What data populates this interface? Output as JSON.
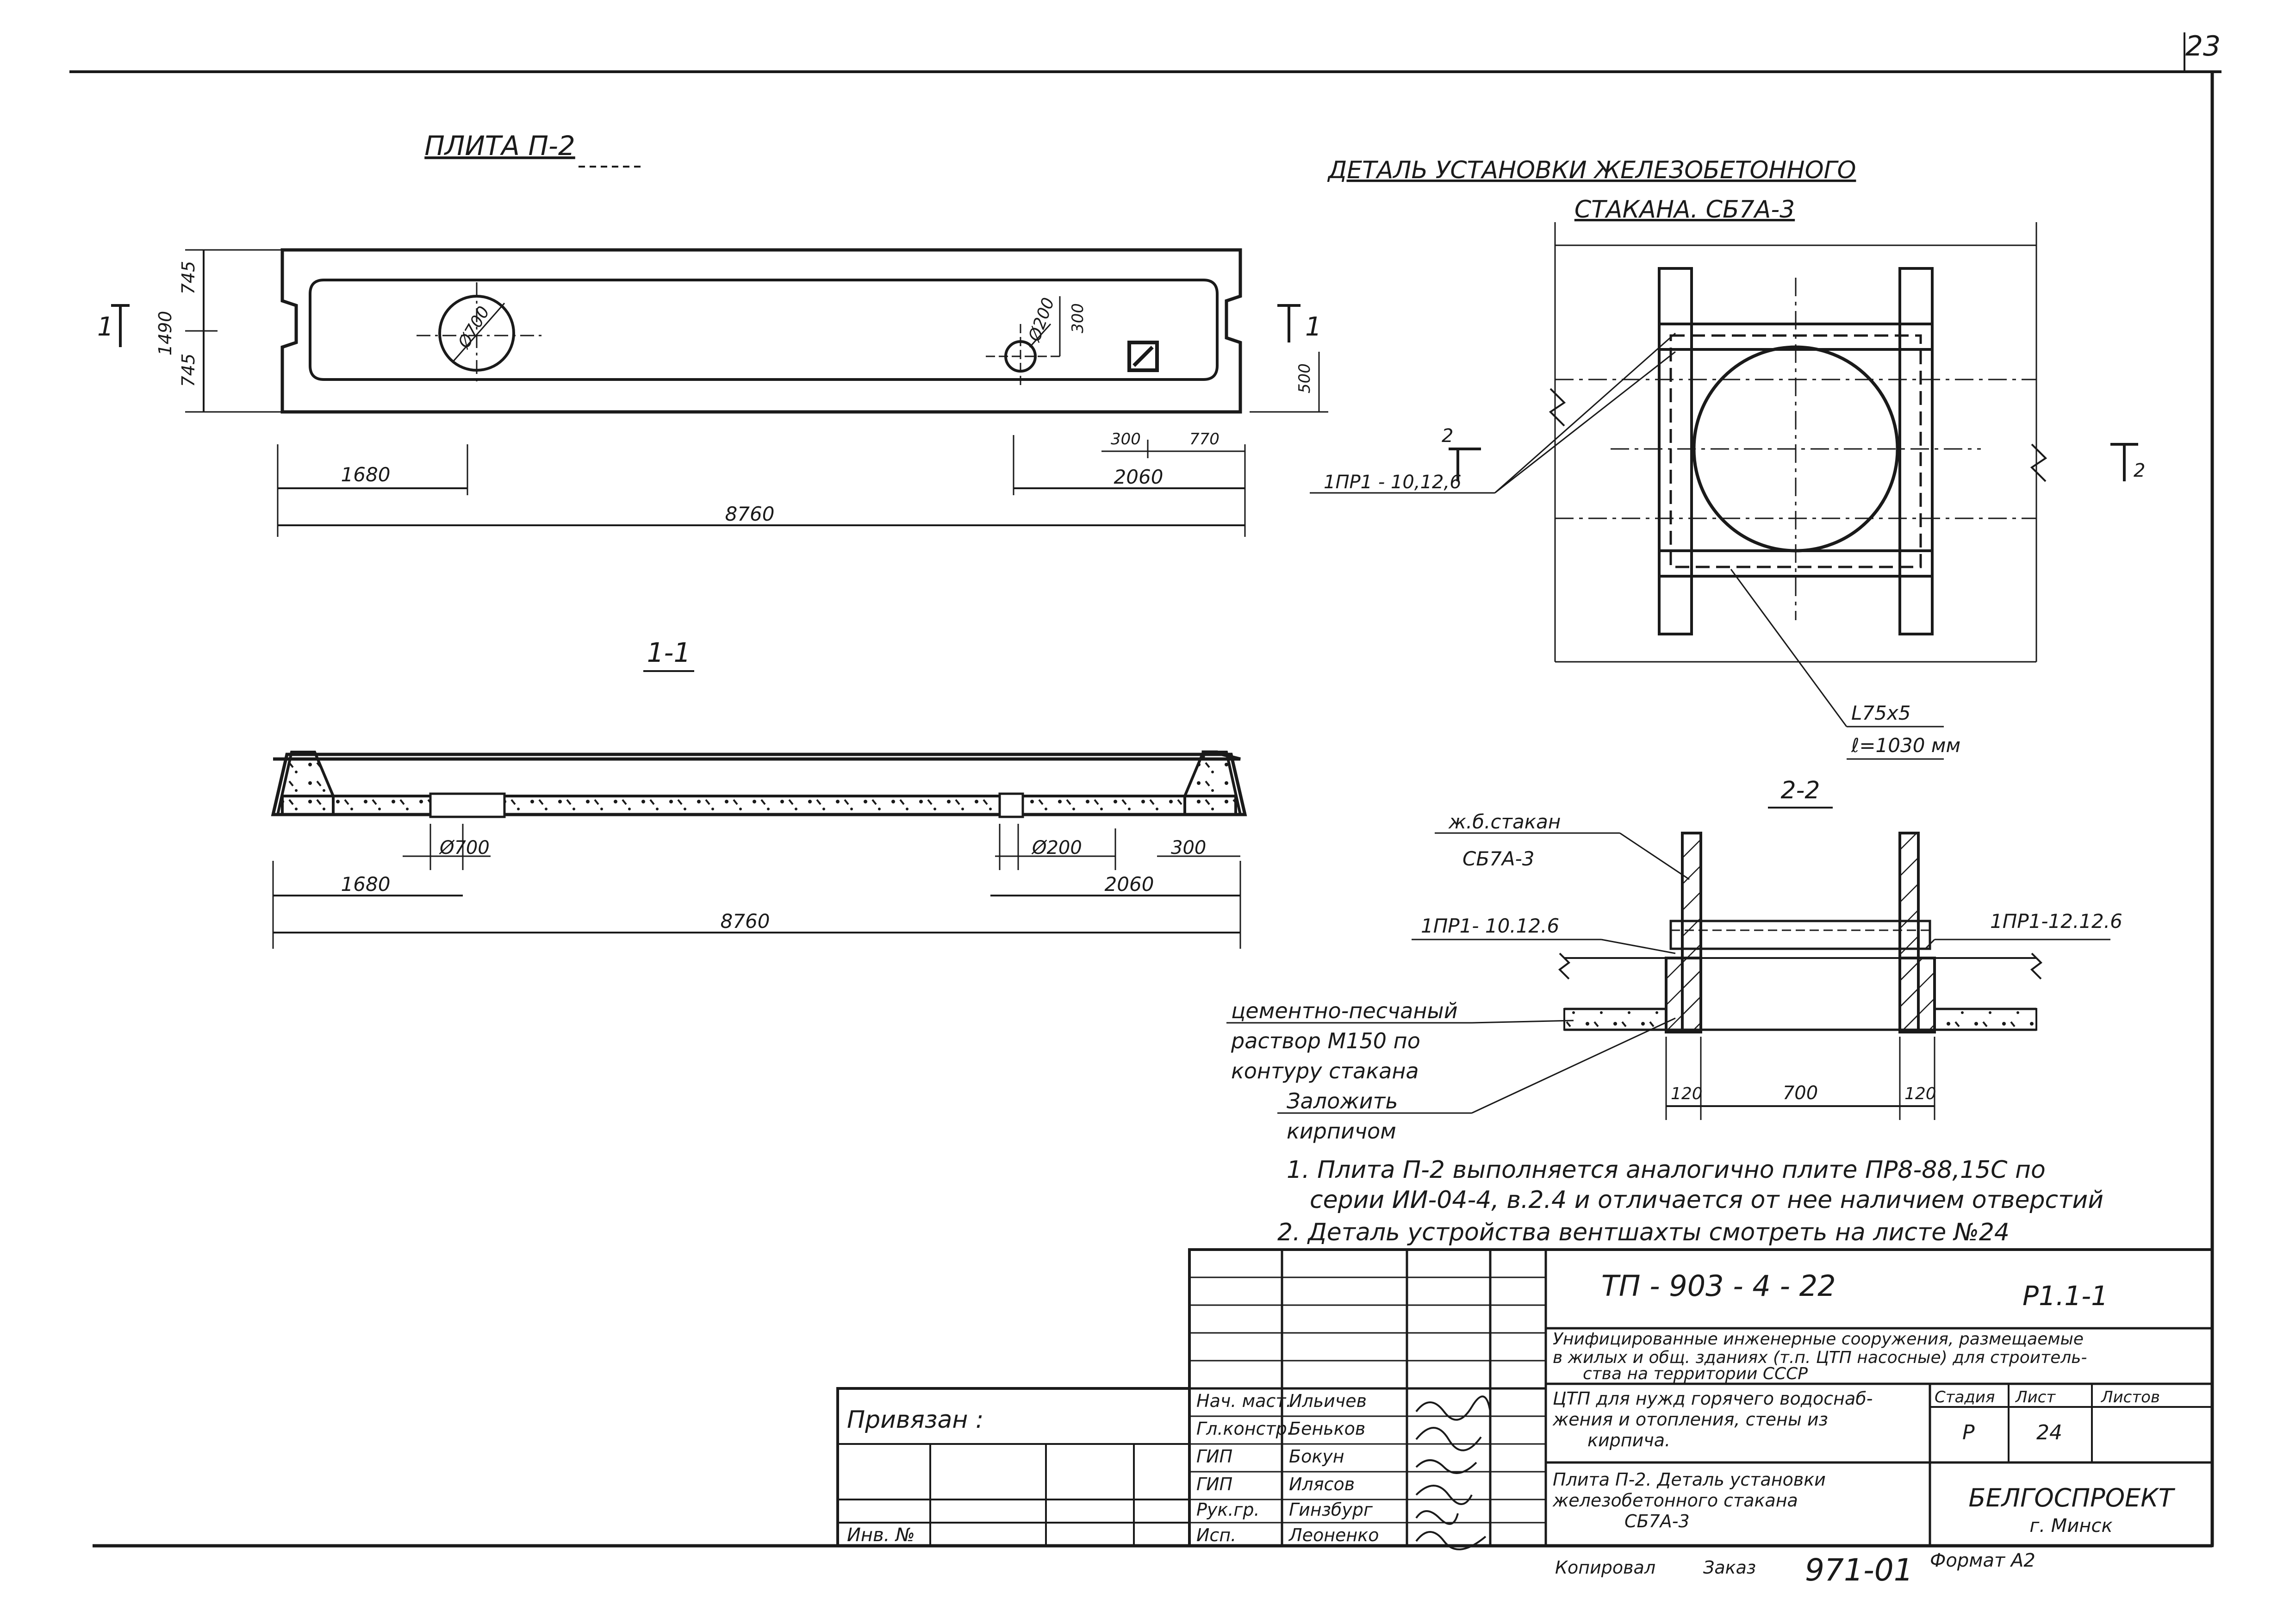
{
  "page": {
    "number": "23"
  },
  "plate": {
    "title": "ПЛИТА П-2",
    "dims": {
      "d1490": "1490",
      "d745a": "745",
      "d745b": "745",
      "d500": "500",
      "d1680": "1680",
      "d8760": "8760",
      "d2060": "2060",
      "d300": "300",
      "d770": "770",
      "d300v": "300",
      "hole_big": "Ø700",
      "hole_small": "Ø200"
    },
    "section_mark_left": "1",
    "section_mark_right": "1"
  },
  "section11": {
    "title": "1-1",
    "dims": {
      "d1680": "1680",
      "d8760": "8760",
      "d2060": "2060",
      "hole_big": "Ø700",
      "hole_small": "Ø200",
      "d300": "300"
    }
  },
  "detail": {
    "title_line1": "ДЕТАЛЬ УСТАНОВКИ ЖЕЛЕЗОБЕТОННОГО",
    "title_line2": "СТАКАНА. СБ7А-3",
    "label_pr": "1ПР1 - 10,12,6",
    "mark2": "2",
    "angle_label": "L75x5",
    "angle_length": "ℓ=1030 мм"
  },
  "section22": {
    "title": "2-2",
    "label_glass1": "ж.б.стакан",
    "label_glass2": "СБ7А-3",
    "label_pr_left": "1ПР1- 10.12.6",
    "label_pr_right": "1ПР1-12.12.6",
    "label_mortar1": "цементно-песчаный",
    "label_mortar2": "раствор  М150 по",
    "label_mortar3": "контуру стакана",
    "label_brick1": "Заложить",
    "label_brick2": "кирпичом",
    "dim_120a": "120",
    "dim_700": "700",
    "dim_120b": "120"
  },
  "notes": [
    "1. Плита П-2 выполняется аналогично плите ПР8-88,15С по",
    "серии ИИ-04-4, в.2.4 и отличается от нее наличием отверстий",
    "2. Деталь устройства вентшахты смотреть на листе №24"
  ],
  "stamp": {
    "code": "ТП - 903 - 4 - 22",
    "sheet_code": "Р1.1-1",
    "project_line1": "Унифицированные инженерные сооружения, размещаемые",
    "project_line2": "в жилых и общ. зданиях (т.п. ЦТП насосные) для строитель-",
    "project_line3": "ства на территории СССР",
    "object_line1": "ЦТП для нужд горячего водоснаб-",
    "object_line2": "жения и отопления, стены из",
    "object_line3": "кирпича.",
    "stage_label": "Стадия",
    "sheet_label": "Лист",
    "sheets_label": "Листов",
    "stage_value": "Р",
    "sheet_value": "24",
    "title_line1": "Плита П-2. Деталь установки",
    "title_line2": "железобетонного стакана",
    "title_line3": "СБ7А-3",
    "org_name": "БЕЛГОСПРОЕКТ",
    "org_city": "г. Минск",
    "privyazan": "Привязан :",
    "inv_label": "Инв. №",
    "roles": [
      "Нач. маст.",
      "Гл.констр.",
      "ГИП",
      "ГИП",
      "Рук.гр.",
      "Исп."
    ],
    "names": [
      "Ильичев",
      "Беньков",
      "Бокун",
      "Илясов",
      "Гинзбург",
      "Леоненко"
    ],
    "bottom_copied": "Копировал",
    "bottom_order": "Заказ",
    "bottom_order_num": "971-01",
    "bottom_format": "Формат  А2"
  }
}
